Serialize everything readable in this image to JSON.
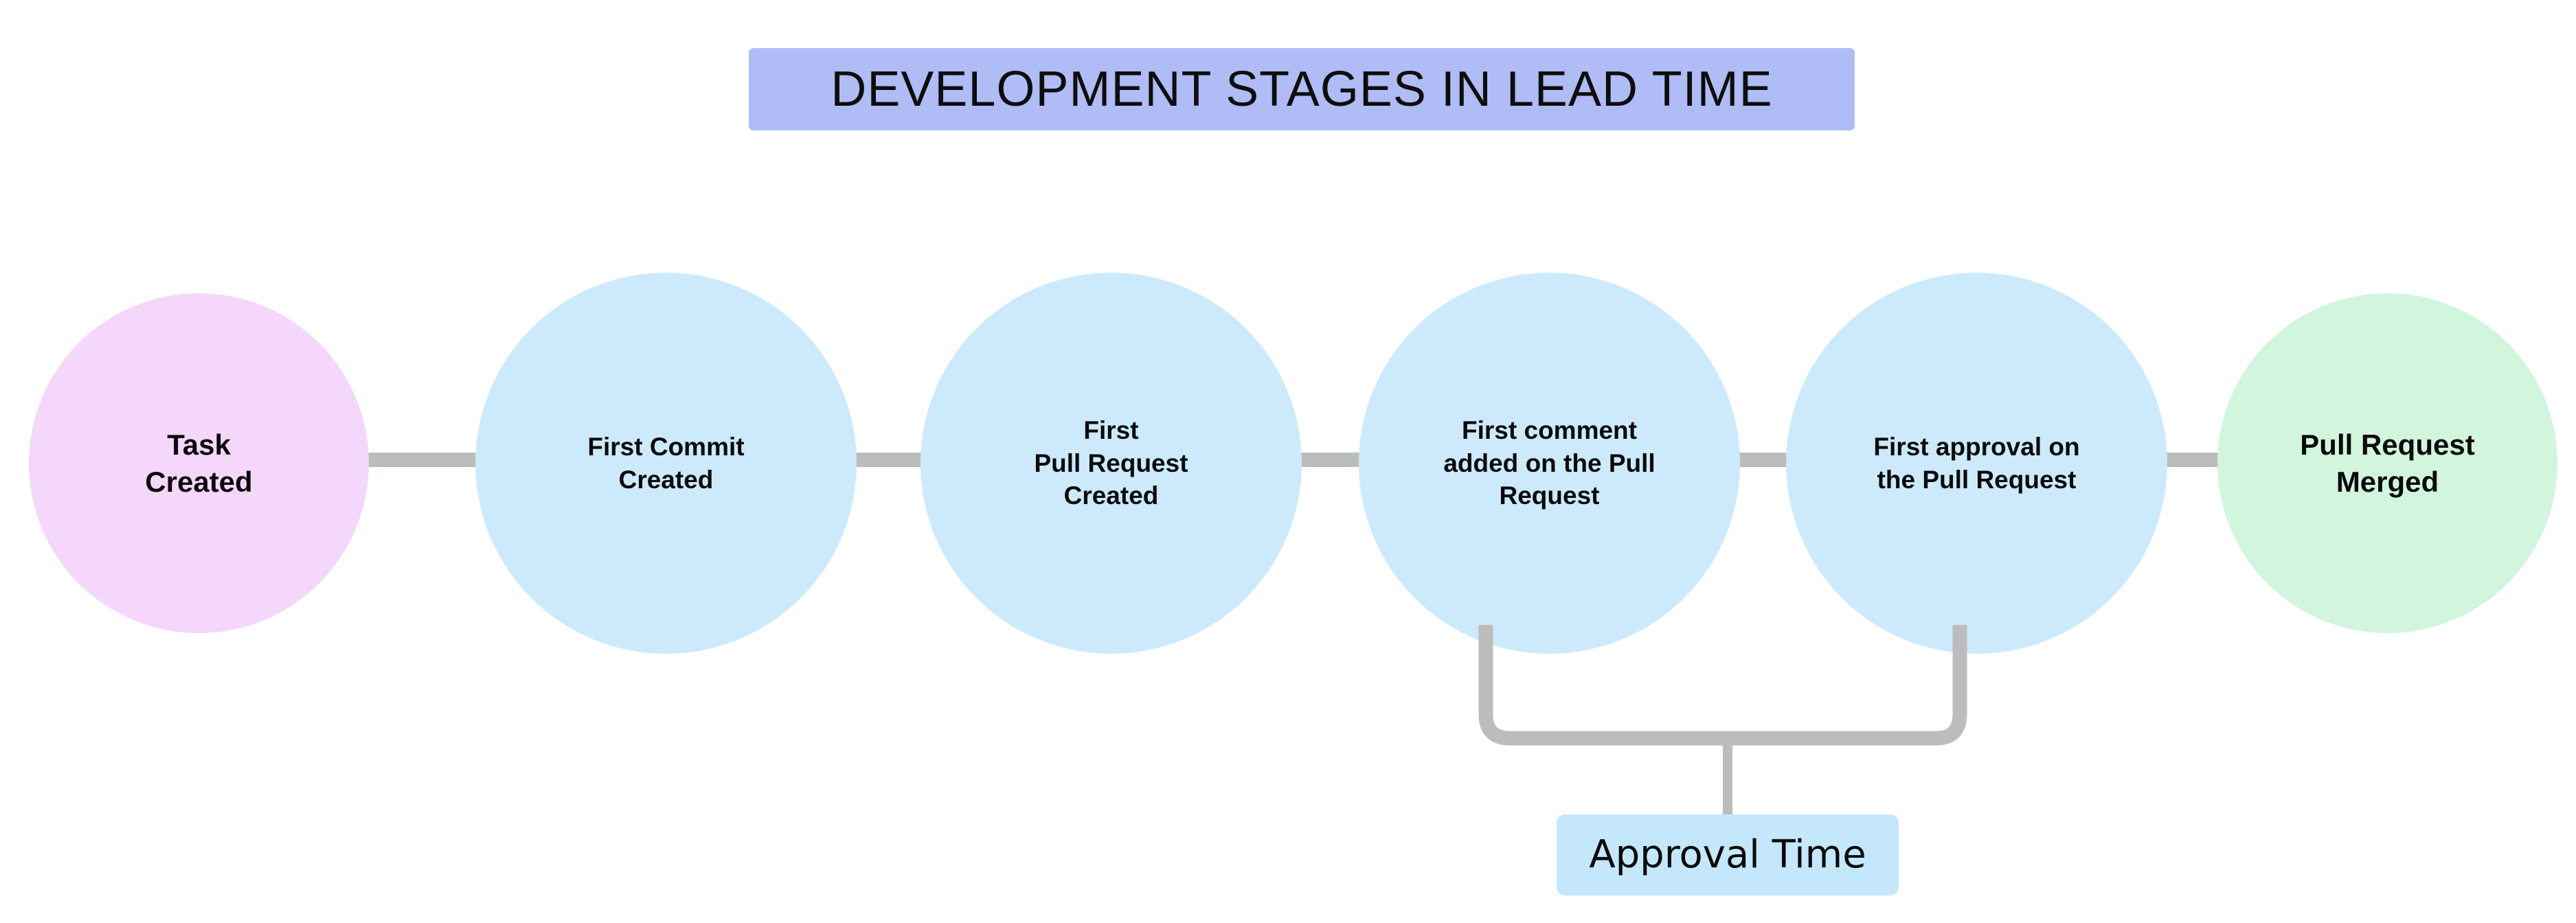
{
  "title": {
    "text": "DEVELOPMENT STAGES IN LEAD TIME",
    "background_color": "#b0bcf5",
    "text_color": "#0d0d0d"
  },
  "colors": {
    "canvas_background": "#ffffff",
    "start_node": "#f5d7fb",
    "middle_node": "#cdeafc",
    "end_node": "#d2f5de",
    "connector": "#bcbcbc",
    "bracket": "#bcbcbc",
    "annotation_box": "#c5e7fb",
    "text": "#0a0a0a"
  },
  "nodes": [
    {
      "id": "task-created",
      "label": "Task\nCreated",
      "fill": "#f5d7fb",
      "kind": "start"
    },
    {
      "id": "first-commit-created",
      "label": "First Commit\nCreated",
      "fill": "#cdeafc",
      "kind": "stage"
    },
    {
      "id": "first-pull-request-created",
      "label": "First\nPull Request\nCreated",
      "fill": "#cdeafc",
      "kind": "stage"
    },
    {
      "id": "first-comment-on-pull-request",
      "label": "First comment\nadded on the Pull\nRequest",
      "fill": "#cdeafc",
      "kind": "stage"
    },
    {
      "id": "first-approval-on-pull-request",
      "label": "First approval on\nthe Pull Request",
      "fill": "#cdeafc",
      "kind": "stage"
    },
    {
      "id": "pull-request-merged",
      "label": "Pull Request\nMerged",
      "fill": "#d2f5de",
      "kind": "end"
    }
  ],
  "annotations": [
    {
      "id": "approval-time",
      "label": "Approval Time",
      "spans_from": "first-comment-on-pull-request",
      "spans_to": "first-approval-on-pull-request",
      "background_color": "#c5e7fb"
    }
  ]
}
